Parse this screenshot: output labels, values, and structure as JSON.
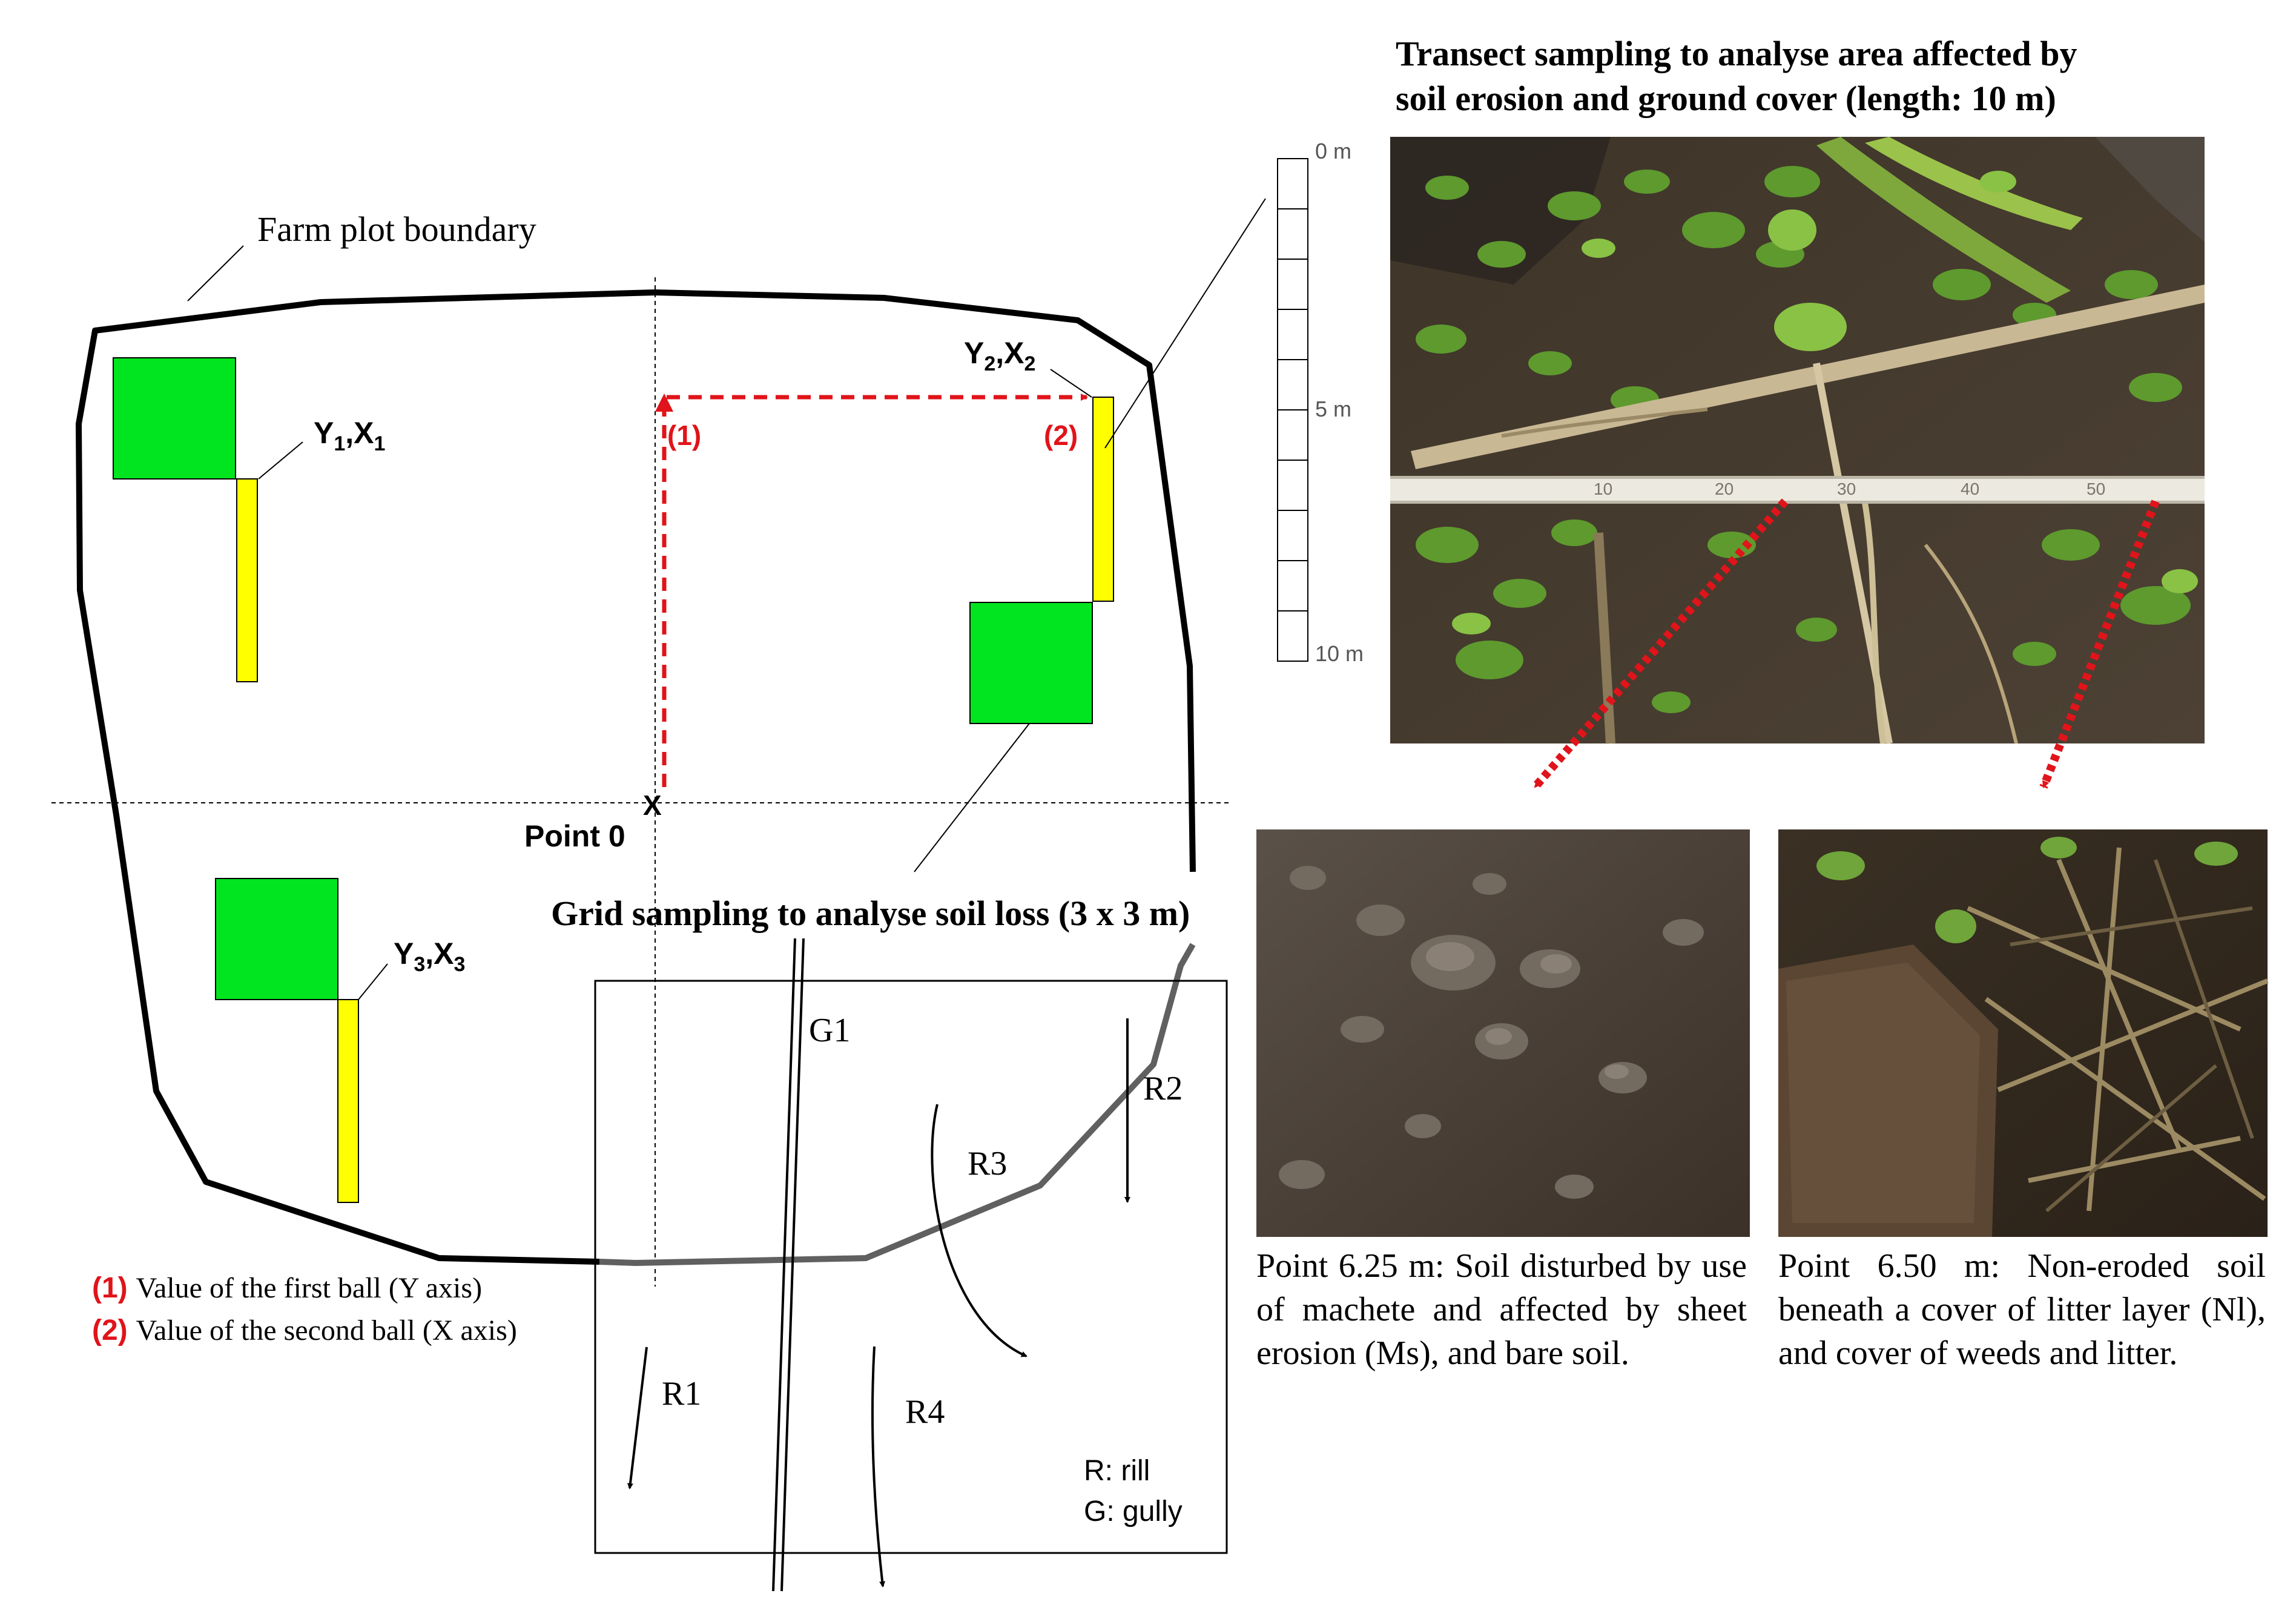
{
  "labels": {
    "farm_plot_boundary": "Farm plot boundary",
    "y1x1": {
      "main": "Y",
      "sub1": "1",
      "sep": ",X",
      "sub2": "1"
    },
    "y2x2": {
      "main": "Y",
      "sub1": "2",
      "sep": ",X",
      "sub2": "2"
    },
    "y3x3": {
      "main": "Y",
      "sub1": "3",
      "sep": ",X",
      "sub2": "3"
    },
    "marker_1": "(1)",
    "marker_2": "(2)",
    "origin_mark": "X",
    "point_0": "Point 0",
    "grid_title": "Grid sampling to analyse soil loss (3 x 3 m)",
    "gully": "G1",
    "rills": [
      "R1",
      "R2",
      "R3",
      "R4"
    ],
    "key_rill": "R: rill",
    "key_gully": "G: gully"
  },
  "legend": [
    {
      "num": "(1)",
      "text": "Value of the first ball (Y axis)"
    },
    {
      "num": "(2)",
      "text": "Value of the second ball (X axis)"
    }
  ],
  "transect": {
    "title_line1": "Transect sampling to analyse area affected by",
    "title_line2": "soil erosion and ground cover (length: 10 m)",
    "scale_ticks": [
      "0 m",
      "5 m",
      "10 m"
    ],
    "tape_numbers": [
      "10",
      "20",
      "30",
      "40",
      "50"
    ]
  },
  "photos": [
    {
      "caption": "Point 6.25 m: Soil disturbed by use of machete and affected by sheet erosion (Ms), and bare soil."
    },
    {
      "caption": "Point 6.50 m: Non-eroded soil beneath a cover of litter layer (Nl), and cover of weeds and litter."
    }
  ],
  "colors": {
    "grid_square": "#00e51f",
    "transect_strip": "#ffff00",
    "marker_red": "#e0141a",
    "boundary": "#000000",
    "boundary_lower": "#606060"
  }
}
